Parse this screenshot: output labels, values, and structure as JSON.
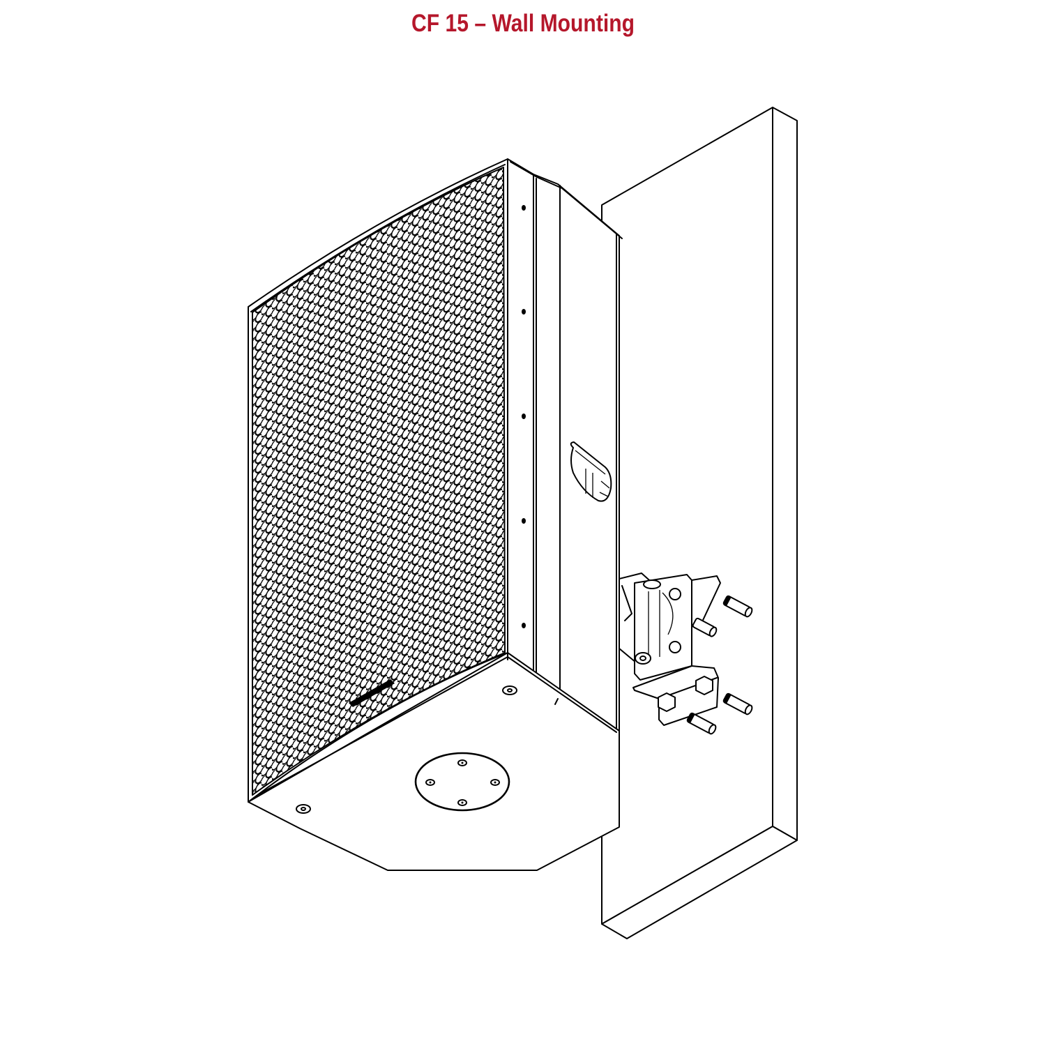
{
  "title": "CF 15 – Wall Mounting",
  "colors": {
    "title": "#b5172b",
    "line": "#000000",
    "background": "#ffffff"
  },
  "diagram": {
    "subject": "loudspeaker cabinet",
    "components": [
      {
        "name": "speaker-cabinet",
        "icon": "speaker-icon"
      },
      {
        "name": "perforated-front-grille",
        "icon": "grille-icon"
      },
      {
        "name": "side-handle",
        "icon": "handle-icon"
      },
      {
        "name": "pole-mount-socket",
        "icon": "circle-plate-icon",
        "screws": 4
      },
      {
        "name": "wall-bracket",
        "icon": "bracket-icon"
      },
      {
        "name": "bracket-bolts",
        "count": 2
      },
      {
        "name": "wall-anchors",
        "count": 4
      },
      {
        "name": "wall-panel",
        "icon": "wall-icon"
      }
    ]
  }
}
